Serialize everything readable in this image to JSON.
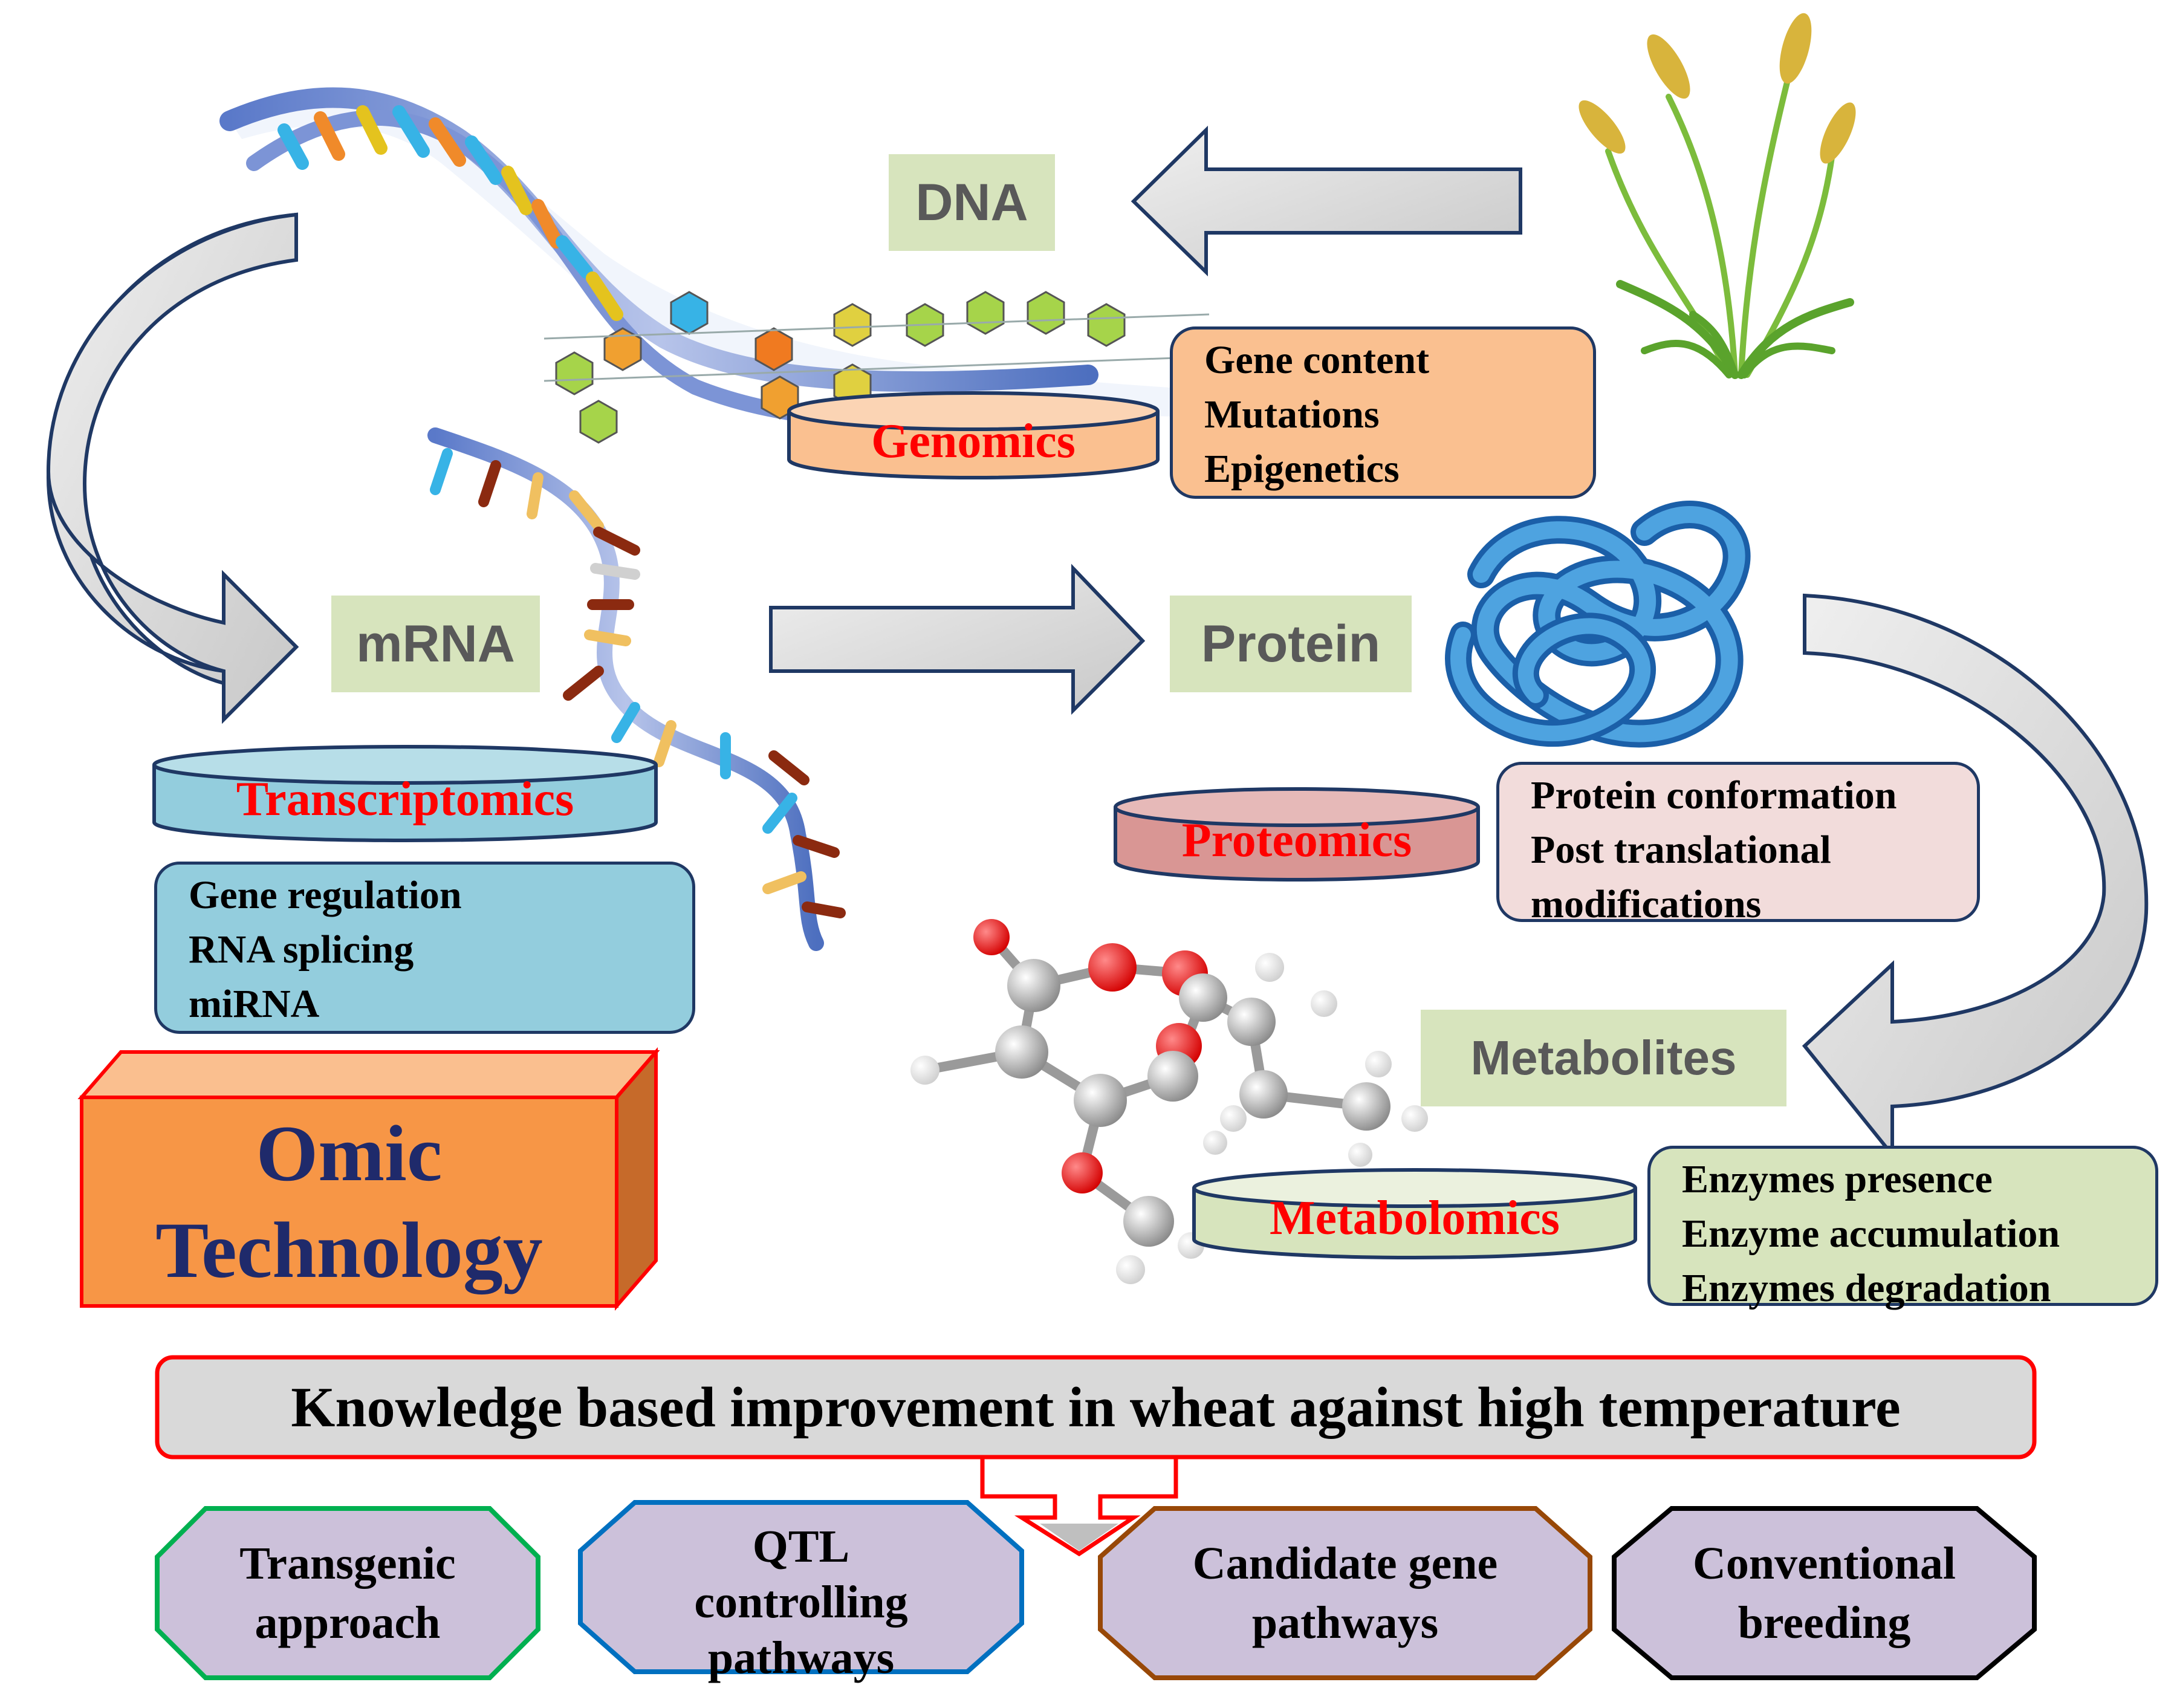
{
  "stages": {
    "dna": "DNA",
    "mrna": "mRNA",
    "protein": "Protein",
    "metabolites": "Metabolites"
  },
  "omics": {
    "genomics": "Genomics",
    "transcriptomics": "Transcriptomics",
    "proteomics": "Proteomics",
    "metabolomics": "Metabolomics"
  },
  "details": {
    "genomics": [
      "Gene content",
      "Mutations",
      "Epigenetics"
    ],
    "transcriptomics": [
      "Gene regulation",
      "RNA splicing",
      "miRNA"
    ],
    "proteomics": [
      "Protein conformation",
      "Post translational",
      "modifications"
    ],
    "metabolomics": [
      "Enzymes presence",
      "Enzyme accumulation",
      "Enzymes degradation"
    ]
  },
  "omic_technology": {
    "line1": "Omic",
    "line2": "Technology"
  },
  "knowledge": "Knowledge based improvement in wheat against high temperature",
  "outcomes": [
    {
      "line1": "Transgenic",
      "line2": "approach",
      "color": "#00b050"
    },
    {
      "line1": "QTL",
      "line2": "controlling",
      "line3": "pathways",
      "color": "#0070c0"
    },
    {
      "line1": "Candidate gene",
      "line2": "pathways",
      "color": "#984807"
    },
    {
      "line1": "Conventional",
      "line2": "breeding",
      "color": "#000000"
    }
  ],
  "colors": {
    "stage_fill": "#d7e4bd",
    "omic_text": "#ff0000",
    "genomics_fill": "#fac090",
    "transcriptomics_fill": "#93cddd",
    "proteomics_fill": "#d99694",
    "proteomics_box_fill": "#f2dcdb",
    "metabolomics_fill": "#d7e4bd",
    "omic_tech_fill": "#f79646",
    "outcome_fill": "#ccc1da",
    "arrow_fill": "#d9d9d9"
  },
  "icons": [
    "dna-helix-icon",
    "wheat-plant-icon",
    "mrna-strand-icon",
    "protein-structure-icon",
    "molecule-icon"
  ]
}
